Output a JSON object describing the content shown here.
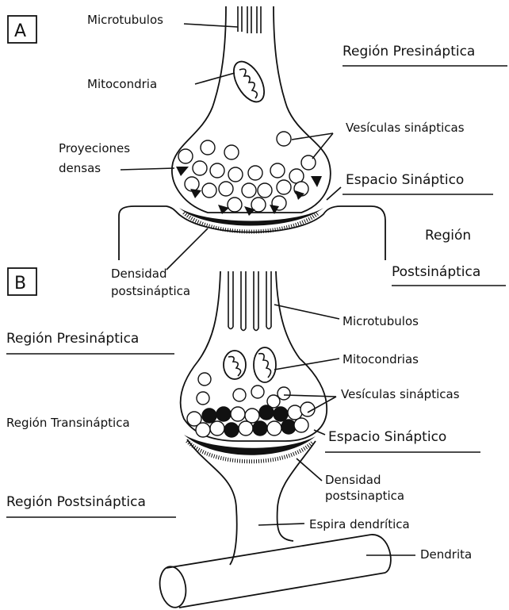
{
  "panel_a": {
    "letter": "A",
    "microtubulos": "Microtubulos",
    "mitocondria": "Mitocondria",
    "proyecciones_line1": "Proyeciones",
    "proyecciones_line2": "densas",
    "region_presinaptica": "Región Presináptica",
    "vesiculas": "Vesículas sinápticas",
    "espacio": "Espacio Sináptico",
    "region_post_line1": "Región",
    "region_post_line2": "Postsináptica",
    "densidad_line1": "Densidad",
    "densidad_line2": "postsináptica"
  },
  "panel_b": {
    "letter": "B",
    "microtubulos": "Microtubulos",
    "mitocondrias": "Mitocondrias",
    "region_presinaptica": "Región Presináptica",
    "vesiculas": "Vesículas sinápticas",
    "region_transinaptica": "Región Transináptica",
    "espacio": "Espacio Sináptico",
    "densidad_line1": "Densidad",
    "densidad_line2": "postsinaptica",
    "region_postsinaptica": "Región Postsináptica",
    "espira": "Espira dendrítica",
    "dendrita": "Dendrita"
  }
}
